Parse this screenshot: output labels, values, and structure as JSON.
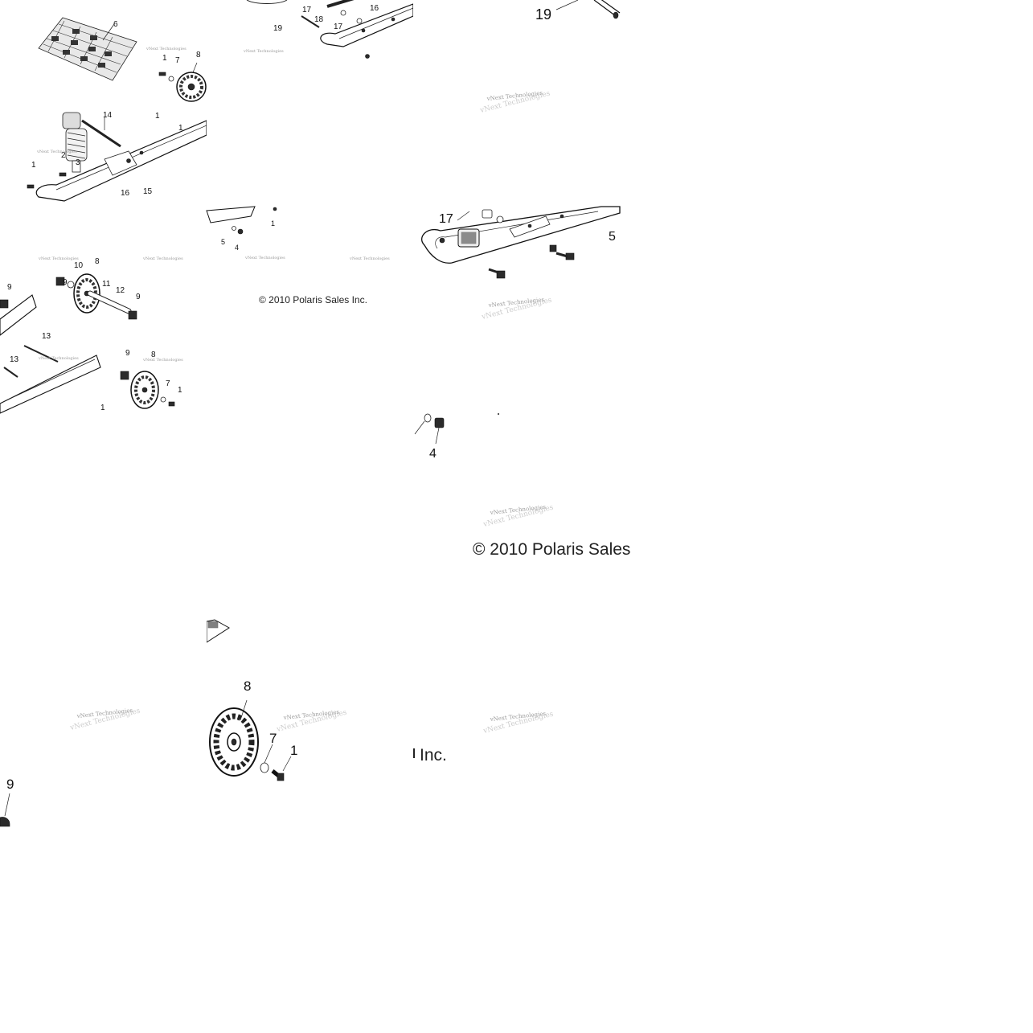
{
  "watermark": "vNext Technologies",
  "copyright": {
    "full": "© 2010 Polaris Sales Inc.",
    "cropped_right": "© 2010 Polaris Sales",
    "cropped_left": "Inc."
  },
  "tiles": {
    "t1": {
      "labels": [
        "6",
        "7",
        "8",
        "1",
        "14",
        "1",
        "1",
        "2",
        "3",
        "1",
        "16",
        "15"
      ]
    },
    "t2": {
      "labels": [
        "17",
        "18",
        "16",
        "19",
        "17"
      ]
    },
    "t3": {
      "labels": [
        "19"
      ]
    },
    "t4": {
      "labels": [
        "9",
        "10",
        "8",
        "11",
        "12",
        "9",
        "9",
        "13",
        "13",
        "9",
        "8",
        "7",
        "1",
        "1"
      ]
    },
    "t5": {
      "labels": [
        "5",
        "4",
        "1"
      ]
    },
    "t6": {
      "labels": [
        "17",
        "5"
      ]
    },
    "t7": {
      "labels": [
        "4"
      ]
    },
    "t8": {
      "labels": [
        "8",
        "7",
        "1"
      ]
    },
    "t9": {
      "labels": [
        "9"
      ]
    }
  }
}
